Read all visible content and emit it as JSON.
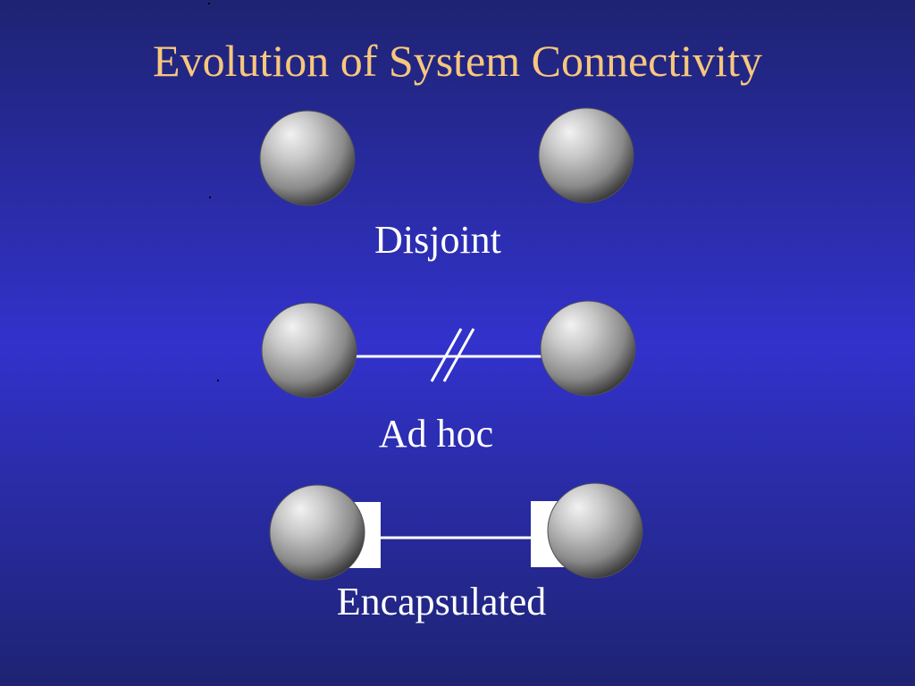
{
  "slide": {
    "title": "Evolution of System Connectivity"
  },
  "colors": {
    "background_top": "#1e2372",
    "background_middle": "#3131c9",
    "background_bottom": "#1e2372",
    "title": "#f7c77d",
    "caption": "#ffffff",
    "node_highlight": "#f0f0f0",
    "node_shadow": "#3a3a3a",
    "connector": "#ffffff",
    "interface_block": "#ffffff"
  },
  "stages": [
    {
      "caption": "Disjoint",
      "connection": "none"
    },
    {
      "caption": "Ad hoc",
      "connection": "broken-line"
    },
    {
      "caption": "Encapsulated",
      "connection": "interface-line"
    }
  ]
}
